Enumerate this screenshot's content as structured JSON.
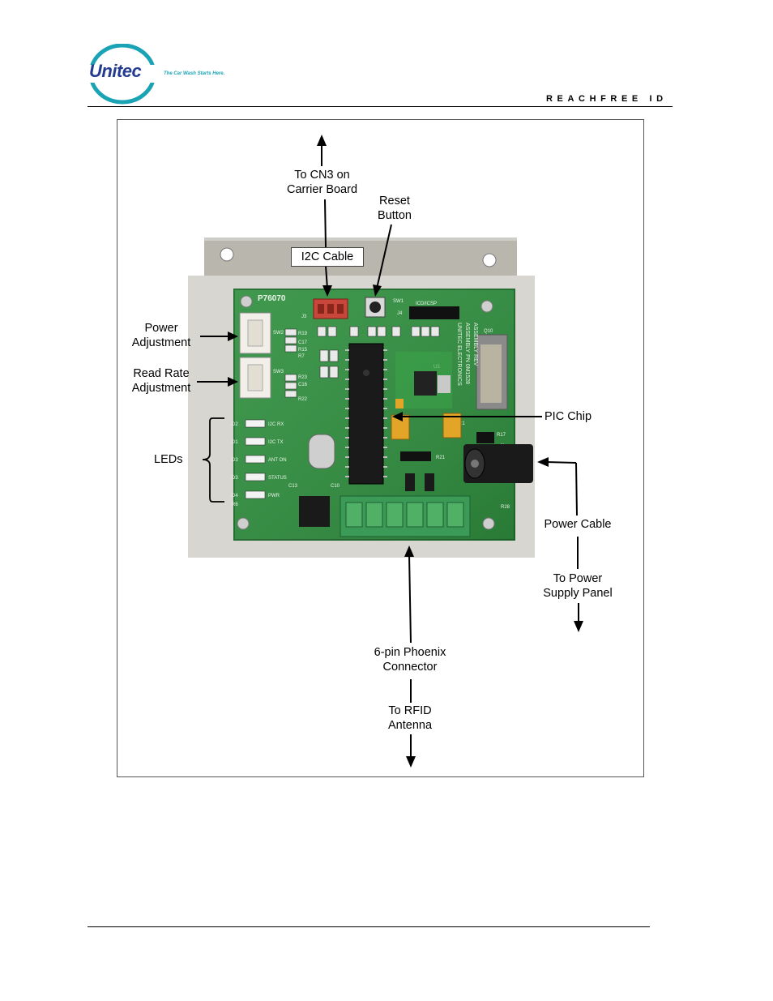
{
  "header": {
    "logo_name": "Unitec",
    "tagline": "The Car Wash Starts Here.",
    "doc_title": "REACHFREE ID"
  },
  "board": {
    "part_number": "P76070",
    "silk": {
      "sw1": "SW1",
      "icd": "ICD/ICSP",
      "j4": "J4",
      "j3": "J3",
      "sw2": "SW2",
      "sw3": "SW3",
      "u3": "U3",
      "q10": "Q10",
      "j1": "J1",
      "r17": "R17",
      "r21": "R21",
      "r28": "R28",
      "c13": "C13",
      "c10": "C10",
      "c1": "C1",
      "r19": "R19",
      "c17": "C17",
      "r15": "R15",
      "r7": "R7",
      "r23": "R23",
      "c16": "C16",
      "r22": "R22",
      "led_row_labels": [
        "D2",
        "D1",
        "D3",
        "D3",
        "D4",
        "R6"
      ],
      "led_functions": [
        "I2C RX",
        "I2C TX",
        "ANT ON",
        "STATUS",
        "PWR"
      ],
      "brand_lines": [
        "UNITEC ELECTRONICS",
        "ASSEMBLY PN 0M1528",
        "ASSEMBLY REV"
      ]
    }
  },
  "callouts": {
    "to_cn3": [
      "To CN3 on",
      "Carrier Board"
    ],
    "reset_button": [
      "Reset",
      "Button"
    ],
    "i2c_cable": "I2C Cable",
    "power_adjustment": [
      "Power",
      "Adjustment"
    ],
    "read_rate_adjustment": [
      "Read Rate",
      "Adjustment"
    ],
    "pic_chip": "PIC Chip",
    "leds": "LEDs",
    "power_cable": "Power Cable",
    "to_power_supply": [
      "To Power",
      "Supply Panel"
    ],
    "phoenix_connector": [
      "6-pin Phoenix",
      "Connector"
    ],
    "to_rfid": [
      "To RFID",
      "Antenna"
    ]
  },
  "colors": {
    "accent_teal": "#1aa3b5",
    "logo_navy": "#233c8f",
    "pcb_green": "#2f8f3e",
    "bracket_steel": "#b6b3ac"
  }
}
